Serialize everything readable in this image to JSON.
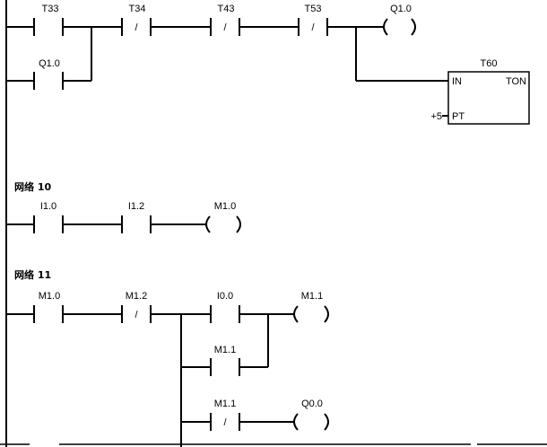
{
  "network9": {
    "contacts": [
      {
        "label": "T33",
        "type": "NO"
      },
      {
        "label": "T34",
        "type": "NC",
        "slash": "/"
      },
      {
        "label": "T43",
        "type": "NC",
        "slash": "/"
      },
      {
        "label": "T53",
        "type": "NC",
        "slash": "/"
      }
    ],
    "parallel_contact": {
      "label": "Q1.0",
      "type": "NO"
    },
    "coil": {
      "label": "Q1.0"
    },
    "timer": {
      "name": "T60",
      "type_label": "TON",
      "in_label": "IN",
      "pt_label": "PT",
      "pt_value": "+5"
    }
  },
  "network10": {
    "title": "网络 10",
    "contacts": [
      {
        "label": "I1.0",
        "type": "NO"
      },
      {
        "label": "I1.2",
        "type": "NO"
      }
    ],
    "coil": {
      "label": "M1.0"
    }
  },
  "network11": {
    "title": "网络 11",
    "contacts": [
      {
        "label": "M1.0",
        "type": "NO"
      },
      {
        "label": "M1.2",
        "type": "NC",
        "slash": "/"
      }
    ],
    "branch1": {
      "contact": {
        "label": "I0.0",
        "type": "NO"
      },
      "coil": {
        "label": "M1.1"
      }
    },
    "branch1_parallel": {
      "label": "M1.1",
      "type": "NO"
    },
    "branch2": {
      "contact": {
        "label": "M1.1",
        "type": "NC",
        "slash": "/"
      },
      "coil": {
        "label": "Q0.0"
      }
    }
  }
}
